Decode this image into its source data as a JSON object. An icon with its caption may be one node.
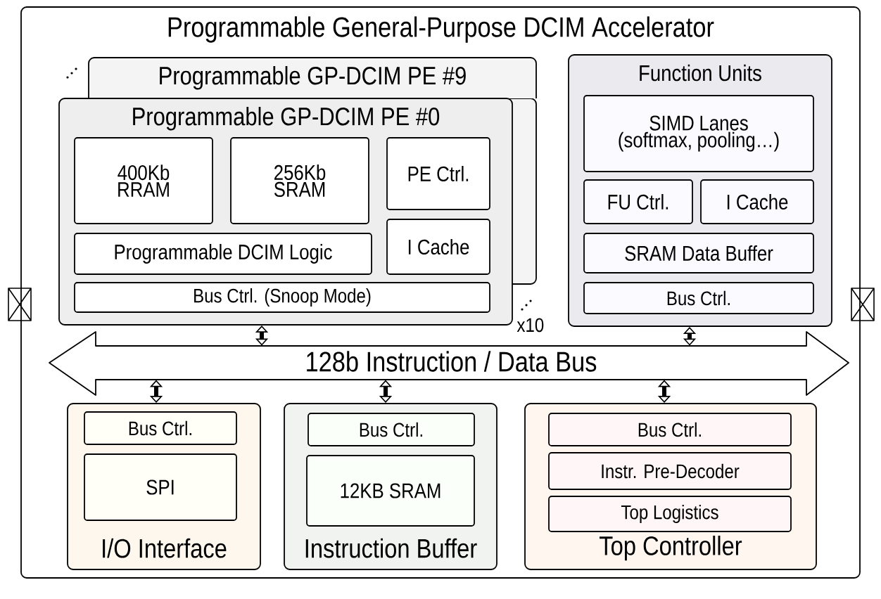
{
  "diagram": {
    "nodes": [
      {
        "text": [
          "Programmable General-Purpose DCIM Accelerator"
        ]
      },
      {
        "text": [
          "Programmable GP-DCIM PE #9"
        ],
        "in": 0
      },
      {
        "text": [
          "Programmable GP-DCIM PE #0"
        ],
        "in": 0
      },
      {
        "text": [
          "400Kb RRAM"
        ],
        "in": 2
      },
      {
        "text": [
          "256Kb SRAM"
        ],
        "in": 2
      },
      {
        "text": [
          "PE Ctrl."
        ],
        "in": 2
      },
      {
        "text": [
          "Programmable DCIM Logic"
        ],
        "in": 2
      },
      {
        "text": [
          "I Cache"
        ],
        "in": 2
      },
      {
        "text": [
          "Bus Ctrl. (Snoop Mode)"
        ],
        "in": 2
      },
      {
        "text": [
          "Function Units"
        ],
        "in": 0
      },
      {
        "text": [
          "SIMD Lanes (softmax, pooling…)"
        ],
        "in": 9
      },
      {
        "text": [
          "FU Ctrl."
        ],
        "in": 9
      },
      {
        "text": [
          "I Cache"
        ],
        "in": 9
      },
      {
        "text": [
          "SRAM Data Buffer"
        ],
        "in": 9
      },
      {
        "text": [
          "Bus Ctrl."
        ],
        "in": 9
      },
      {
        "text": [
          "128b Instruction / Data Bus"
        ],
        "in": 0
      },
      {
        "text": [
          "I/O Interface"
        ],
        "in": 0
      },
      {
        "text": [
          "Bus Ctrl."
        ],
        "in": 16
      },
      {
        "text": [
          "SPI"
        ],
        "in": 16
      },
      {
        "text": [
          "Instruction Buffer"
        ],
        "in": 0
      },
      {
        "text": [
          "Bus Ctrl."
        ],
        "in": 19
      },
      {
        "text": [
          "12KB SRAM"
        ],
        "in": 19
      },
      {
        "text": [
          "Top Controller"
        ],
        "in": 0
      },
      {
        "text": [
          "Bus Ctrl."
        ],
        "in": 22
      },
      {
        "text": [
          "Instr. Pre-Decoder"
        ],
        "in": 22
      },
      {
        "text": [
          "Top Logistics"
        ],
        "in": 22
      }
    ],
    "edges": [
      {
        "from": 2,
        "to": 15,
        "arrow": "both"
      },
      {
        "from": 9,
        "to": 15,
        "arrow": "both"
      },
      {
        "from": 15,
        "to": 16,
        "arrow": "both"
      },
      {
        "from": 15,
        "to": 19,
        "arrow": "both"
      },
      {
        "from": 15,
        "to": 22,
        "arrow": "both"
      }
    ],
    "labels": [
      "x10"
    ]
  }
}
